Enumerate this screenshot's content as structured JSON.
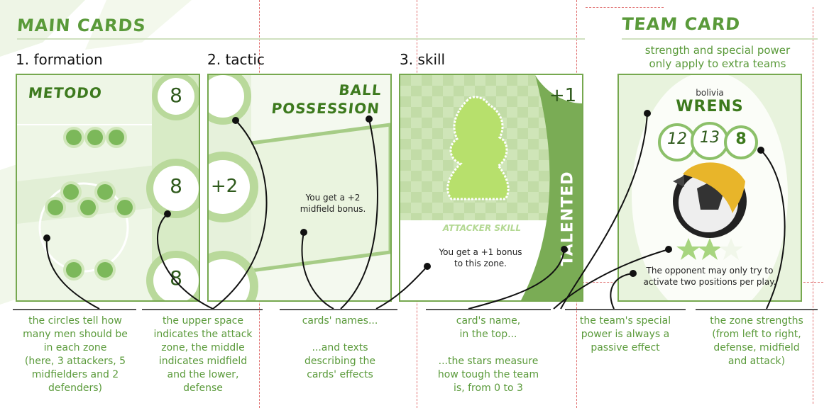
{
  "sections": {
    "main": "MAIN CARDS",
    "team": "TEAM CARD"
  },
  "steps": {
    "formation": "1. formation",
    "tactic": "2. tactic",
    "skill": "3. skill"
  },
  "team_note": {
    "line1": "strength and special power",
    "line2": "only apply to extra teams"
  },
  "formation_card": {
    "title": "METODO",
    "values": [
      "8",
      "8",
      "8"
    ]
  },
  "tactic_card": {
    "title_line1": "BALL",
    "title_line2": "POSSESSION",
    "bonus": "+2",
    "text_line1": "You get a +2",
    "text_line2": "midfield bonus."
  },
  "skill_card": {
    "value": "+1",
    "side_label": "TALENTED",
    "type_label": "ATTACKER SKILL",
    "text_line1": "You get a +1 bonus",
    "text_line2": "to this zone."
  },
  "team_card": {
    "country": "bolivia",
    "name": "WRENS",
    "strengths": [
      "12",
      "13",
      "8"
    ],
    "stars_filled": 2,
    "stars_total": 3,
    "power_line1": "The opponent may only try to",
    "power_line2": "activate two positions per play."
  },
  "captions": {
    "c1": [
      "the circles tell how",
      "many men should be",
      "in each zone",
      "(here, 3 attackers, 5",
      "midfielders and 2",
      "defenders)"
    ],
    "c2": [
      "the upper space",
      "indicates the attack",
      "zone, the middle",
      "indicates midfield",
      "and the lower,",
      "defense"
    ],
    "c3": [
      "cards' names...",
      "",
      "...and texts",
      "describing the",
      "cards' effects"
    ],
    "c4": [
      "card's name,",
      "in the top...",
      "",
      "...the stars measure",
      "how tough the team",
      "is, from 0 to 3"
    ],
    "c5": [
      "the team's special",
      "power is always a",
      "passive effect"
    ],
    "c6": [
      "the zone strengths",
      "(from left to right,",
      "defense, midfield",
      "and attack)"
    ]
  },
  "colors": {
    "accent": "#5a9a3a",
    "card_border": "#76a84f",
    "light_green": "#d8ebc6",
    "dark_green": "#3d7a1e",
    "guide_red": "#e07070"
  }
}
